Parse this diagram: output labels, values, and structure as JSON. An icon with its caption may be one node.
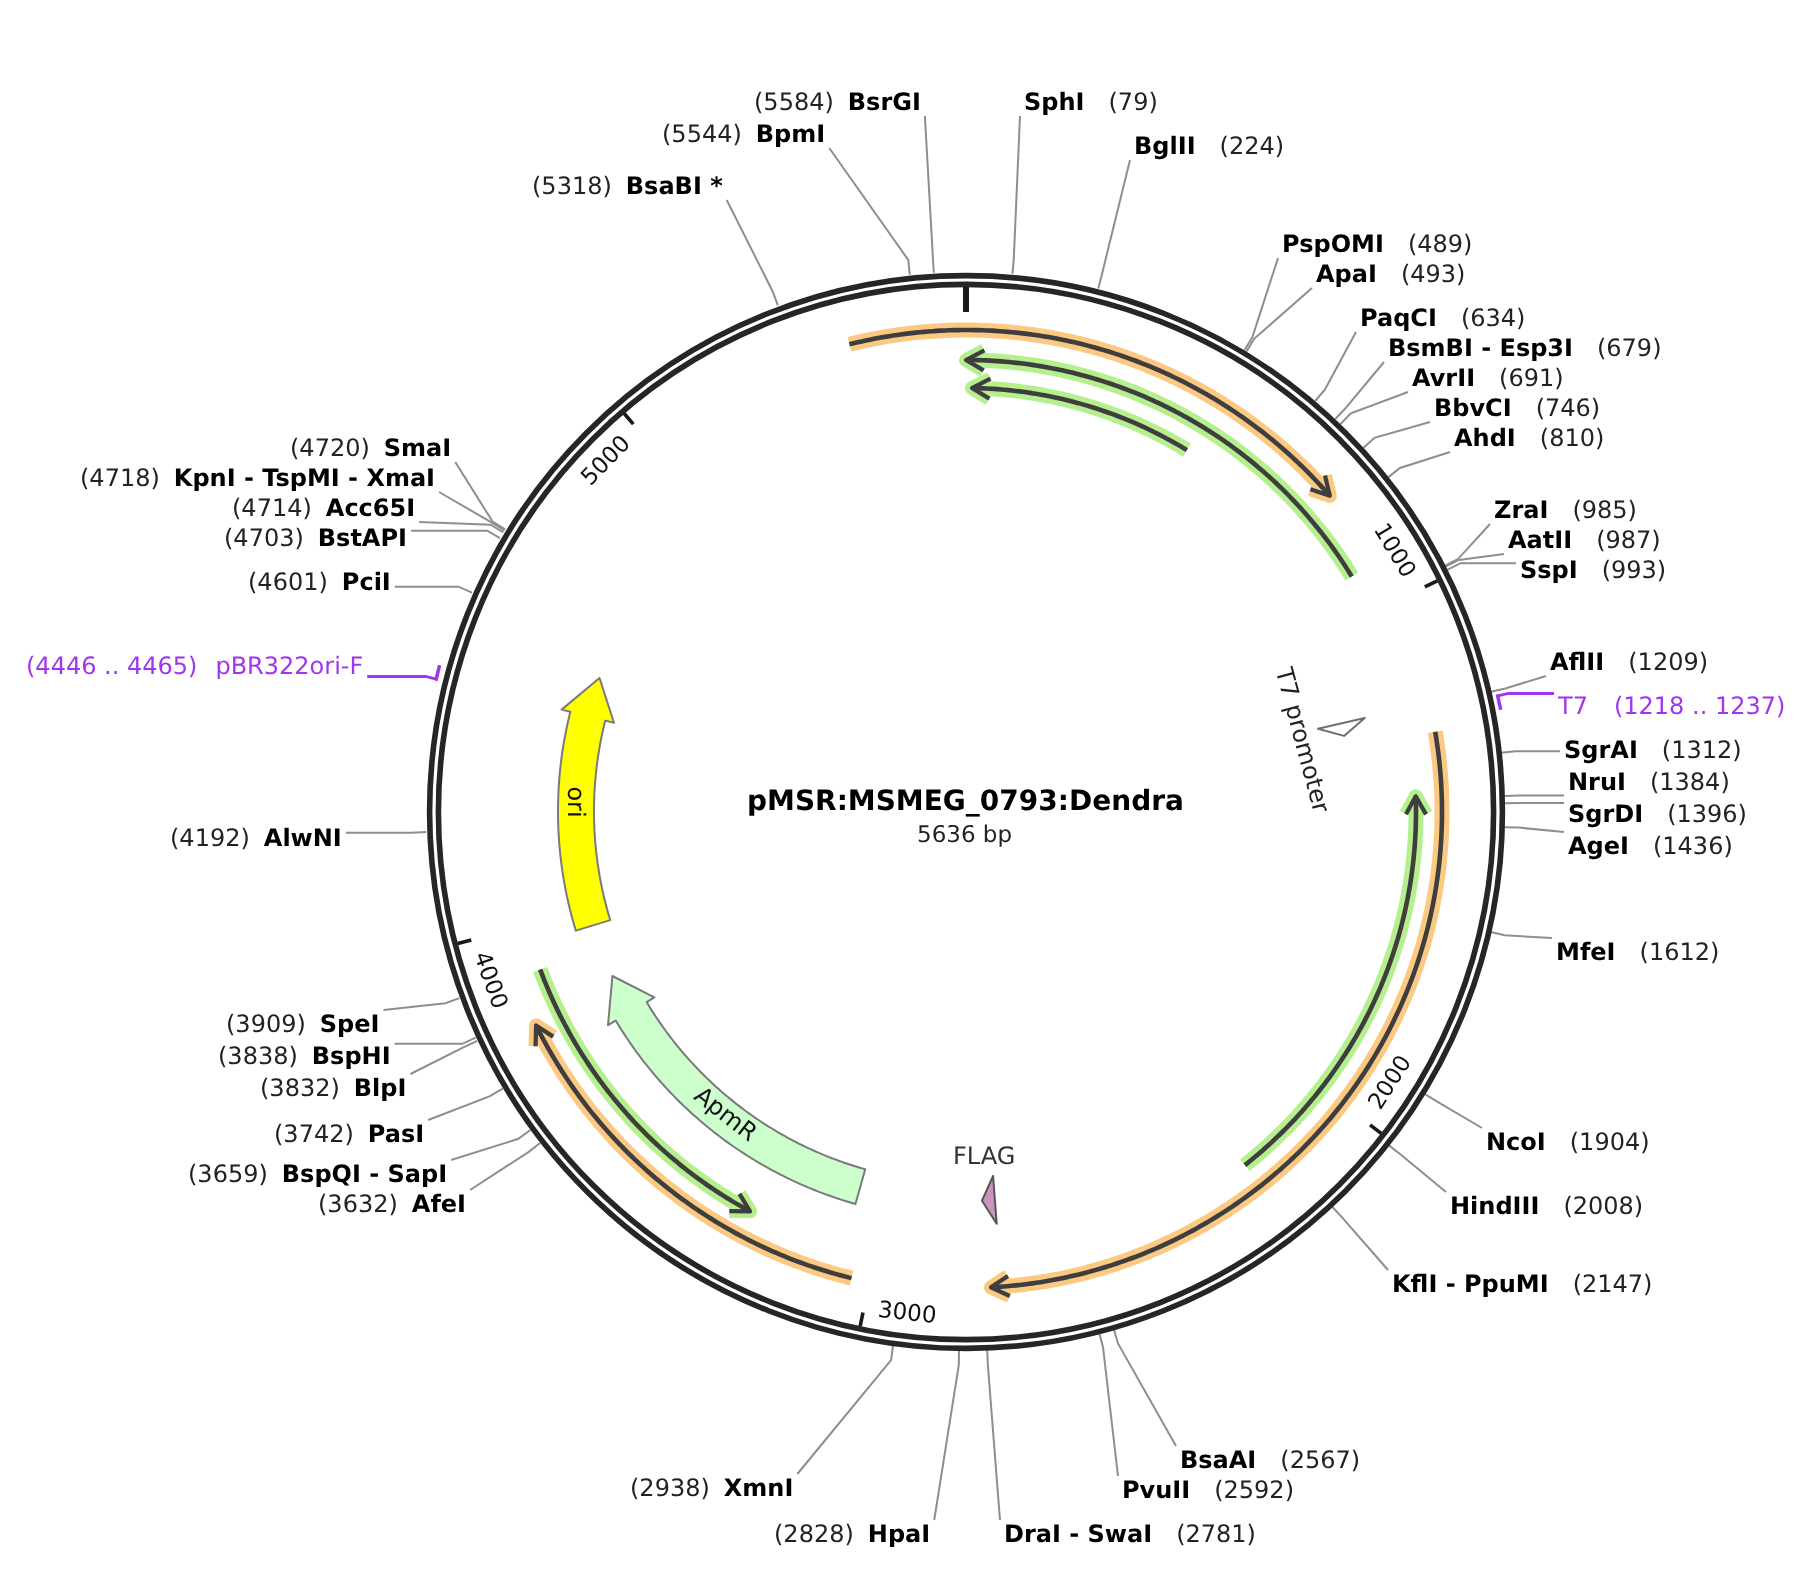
{
  "diagram": {
    "nodes": [
      {
        "text": [
          "pMSR:MSMEG_0793:Dendra",
          "5636 bp"
        ]
      },
      {
        "text": [
          "T7 promoter"
        ],
        "in": 0
      },
      {
        "text": [
          "FLAG"
        ],
        "in": 0
      },
      {
        "text": [
          "ApmR"
        ],
        "in": 0
      },
      {
        "text": [
          "ori"
        ],
        "in": 0
      },
      {
        "text": [
          "SphI",
          "(79)"
        ]
      },
      {
        "text": [
          "BglII",
          "(224)"
        ]
      },
      {
        "text": [
          "PspOMI",
          "(489)"
        ]
      },
      {
        "text": [
          "ApaI",
          "(493)"
        ]
      },
      {
        "text": [
          "PaqCI",
          "(634)"
        ]
      },
      {
        "text": [
          "BsmBI - Esp3I",
          "(679)"
        ]
      },
      {
        "text": [
          "AvrII",
          "(691)"
        ]
      },
      {
        "text": [
          "BbvCI",
          "(746)"
        ]
      },
      {
        "text": [
          "AhdI",
          "(810)"
        ]
      },
      {
        "text": [
          "ZraI",
          "(985)"
        ]
      },
      {
        "text": [
          "AatII",
          "(987)"
        ]
      },
      {
        "text": [
          "SspI",
          "(993)"
        ]
      },
      {
        "text": [
          "AflII",
          "(1209)"
        ]
      },
      {
        "text": [
          "T7",
          "(1218 .. 1237)"
        ]
      },
      {
        "text": [
          "SgrAI",
          "(1312)"
        ]
      },
      {
        "text": [
          "NruI",
          "(1384)"
        ]
      },
      {
        "text": [
          "SgrDI",
          "(1396)"
        ]
      },
      {
        "text": [
          "AgeI",
          "(1436)"
        ]
      },
      {
        "text": [
          "MfeI",
          "(1612)"
        ]
      },
      {
        "text": [
          "NcoI",
          "(1904)"
        ]
      },
      {
        "text": [
          "HindIII",
          "(2008)"
        ]
      },
      {
        "text": [
          "KflI - PpuMI",
          "(2147)"
        ]
      },
      {
        "text": [
          "BsaAI",
          "(2567)"
        ]
      },
      {
        "text": [
          "PvuII",
          "(2592)"
        ]
      },
      {
        "text": [
          "DraI - SwaI",
          "(2781)"
        ]
      },
      {
        "text": [
          "(2828)",
          "HpaI"
        ]
      },
      {
        "text": [
          "(2938)",
          "XmnI"
        ]
      },
      {
        "text": [
          "(3632)",
          "AfeI"
        ]
      },
      {
        "text": [
          "(3659)",
          "BspQI - SapI"
        ]
      },
      {
        "text": [
          "(3742)",
          "PasI"
        ]
      },
      {
        "text": [
          "(3832)",
          "BlpI"
        ]
      },
      {
        "text": [
          "(3838)",
          "BspHI"
        ]
      },
      {
        "text": [
          "(3909)",
          "SpeI"
        ]
      },
      {
        "text": [
          "(4192)",
          "AlwNI"
        ]
      },
      {
        "text": [
          "(4446 .. 4465)",
          "pBR322ori-F"
        ]
      },
      {
        "text": [
          "(4601)",
          "PciI"
        ]
      },
      {
        "text": [
          "(4703)",
          "BstAPI"
        ]
      },
      {
        "text": [
          "(4714)",
          "Acc65I"
        ]
      },
      {
        "text": [
          "(4718)",
          "KpnI - TspMI - XmaI"
        ]
      },
      {
        "text": [
          "(4720)",
          "SmaI"
        ]
      },
      {
        "text": [
          "(5318)",
          "BsaBI *"
        ]
      },
      {
        "text": [
          "(5544)",
          "BpmI"
        ]
      },
      {
        "text": [
          "(5584)",
          "BsrGI"
        ]
      }
    ],
    "edges": [
      {
        "from": 5,
        "to": 0,
        "arrow": "none"
      },
      {
        "from": 6,
        "to": 0,
        "arrow": "none"
      },
      {
        "from": 7,
        "to": 0,
        "arrow": "none"
      },
      {
        "from": 8,
        "to": 0,
        "arrow": "none"
      },
      {
        "from": 9,
        "to": 0,
        "arrow": "none"
      },
      {
        "from": 10,
        "to": 0,
        "arrow": "none"
      },
      {
        "from": 11,
        "to": 0,
        "arrow": "none"
      },
      {
        "from": 12,
        "to": 0,
        "arrow": "none"
      },
      {
        "from": 13,
        "to": 0,
        "arrow": "none"
      },
      {
        "from": 14,
        "to": 0,
        "arrow": "none"
      },
      {
        "from": 15,
        "to": 0,
        "arrow": "none"
      },
      {
        "from": 16,
        "to": 0,
        "arrow": "none"
      },
      {
        "from": 17,
        "to": 0,
        "arrow": "none"
      },
      {
        "from": 18,
        "to": 0,
        "arrow": "other",
        "color": "#a035f0"
      },
      {
        "from": 19,
        "to": 0,
        "arrow": "none"
      },
      {
        "from": 20,
        "to": 0,
        "arrow": "none"
      },
      {
        "from": 21,
        "to": 0,
        "arrow": "none"
      },
      {
        "from": 22,
        "to": 0,
        "arrow": "none"
      },
      {
        "from": 23,
        "to": 0,
        "arrow": "none"
      },
      {
        "from": 24,
        "to": 0,
        "arrow": "none"
      },
      {
        "from": 25,
        "to": 0,
        "arrow": "none"
      },
      {
        "from": 26,
        "to": 0,
        "arrow": "none"
      },
      {
        "from": 27,
        "to": 0,
        "arrow": "none"
      },
      {
        "from": 28,
        "to": 0,
        "arrow": "none"
      },
      {
        "from": 29,
        "to": 0,
        "arrow": "none"
      },
      {
        "from": 30,
        "to": 0,
        "arrow": "none"
      },
      {
        "from": 31,
        "to": 0,
        "arrow": "none"
      },
      {
        "from": 32,
        "to": 0,
        "arrow": "none"
      },
      {
        "from": 33,
        "to": 0,
        "arrow": "none"
      },
      {
        "from": 34,
        "to": 0,
        "arrow": "none"
      },
      {
        "from": 35,
        "to": 0,
        "arrow": "none"
      },
      {
        "from": 36,
        "to": 0,
        "arrow": "none"
      },
      {
        "from": 37,
        "to": 0,
        "arrow": "none"
      },
      {
        "from": 38,
        "to": 0,
        "arrow": "none"
      },
      {
        "from": 39,
        "to": 0,
        "arrow": "other",
        "color": "#a035f0"
      },
      {
        "from": 40,
        "to": 0,
        "arrow": "none"
      },
      {
        "from": 41,
        "to": 0,
        "arrow": "none"
      },
      {
        "from": 42,
        "to": 0,
        "arrow": "none"
      },
      {
        "from": 43,
        "to": 0,
        "arrow": "none"
      },
      {
        "from": 44,
        "to": 0,
        "arrow": "none"
      },
      {
        "from": 45,
        "to": 0,
        "arrow": "none"
      },
      {
        "from": 46,
        "to": 0,
        "arrow": "none"
      },
      {
        "from": 47,
        "to": 0,
        "arrow": "none"
      }
    ],
    "labels": [
      "1000",
      "2000",
      "3000",
      "4000",
      "5000"
    ]
  }
}
